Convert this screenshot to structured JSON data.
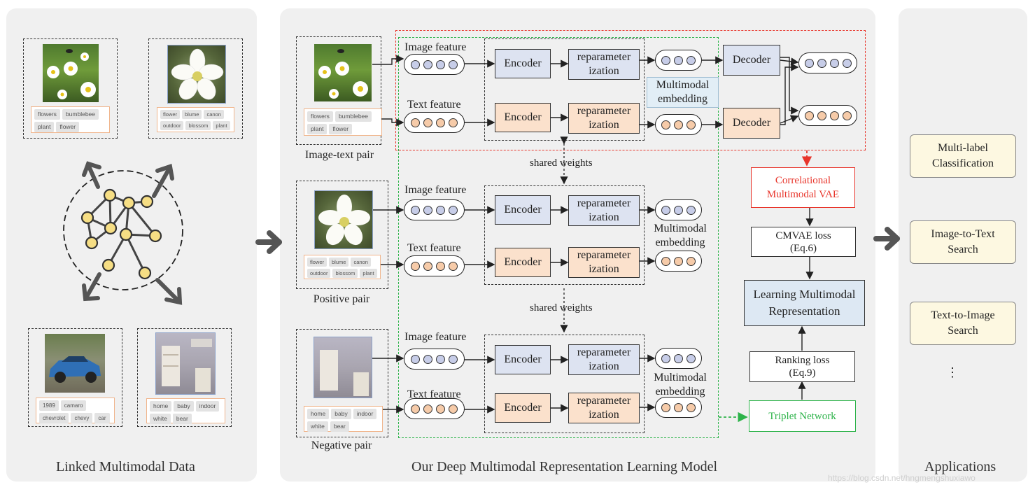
{
  "panels": {
    "left_title": "Linked Multimodal Data",
    "middle_title": "Our Deep Multimodal Representation Learning Model",
    "right_title": "Applications"
  },
  "left_tags": {
    "flowers": [
      "flowers",
      "bumblebee",
      "plant",
      "flower"
    ],
    "anemone": [
      "flower",
      "blume",
      "canon",
      "outdoor",
      "blossom",
      "plant"
    ],
    "car": [
      "1989",
      "camaro",
      "chevrolet",
      "chevy",
      "car"
    ],
    "room": [
      "home",
      "baby",
      "indoor",
      "white",
      "bear"
    ]
  },
  "pairs": {
    "image_text": "Image-text pair",
    "positive": "Positive pair",
    "negative": "Negative pair"
  },
  "labels": {
    "image_feature": "Image feature",
    "text_feature": "Text feature",
    "encoder": "Encoder",
    "reparam_line1": "reparameter",
    "reparam_line2": "ization",
    "decoder": "Decoder",
    "multimodal_line1": "Multimodal",
    "multimodal_line2": "embedding",
    "shared_weights": "shared weights"
  },
  "pipeline": {
    "cmvae_line1": "Correlational",
    "cmvae_line2": "Multimodal VAE",
    "cmvae_loss_line1": "CMVAE loss",
    "cmvae_loss_line2": "(Eq.6)",
    "learning_line1": "Learning Multimodal",
    "learning_line2": "Representation",
    "ranking_line1": "Ranking loss",
    "ranking_line2": "(Eq.9)",
    "triplet": "Triplet Network"
  },
  "applications": [
    {
      "line1": "Multi-label",
      "line2": "Classification"
    },
    {
      "line1": "Image-to-Text",
      "line2": "Search"
    },
    {
      "line1": "Text-to-Image",
      "line2": "Search"
    }
  ],
  "ellipsis": "⋮",
  "watermark": "https://blog.csdn.net/hngmengshuxiawo",
  "colors": {
    "panel_bg": "#f0f0f0",
    "encoder_blue": "#dde3f1",
    "encoder_orange": "#fbe1cc",
    "vae_red": "#e8352b",
    "triplet_green": "#2db34a",
    "learning_bg": "#dde8f3",
    "app_bg": "#fdf8e1"
  }
}
